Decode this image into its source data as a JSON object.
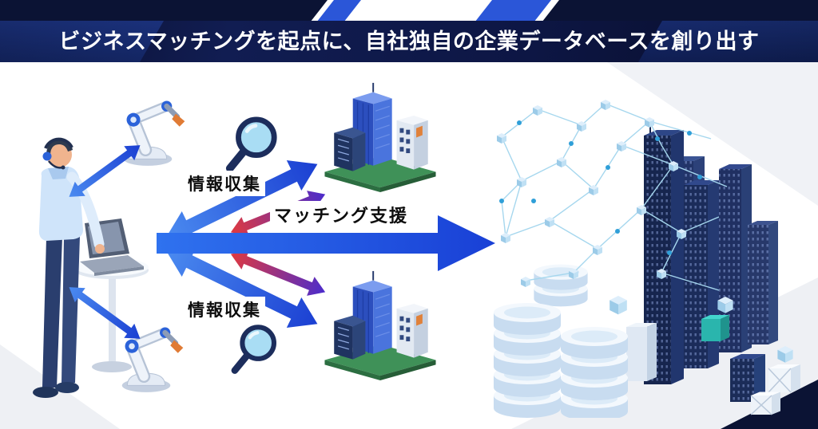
{
  "header": {
    "title": "ビジネスマッチングを起点に、自社独自の企業データベースを創り出す"
  },
  "labels": {
    "info_collection_top": "情報収集",
    "matching_support": "マッチング支援",
    "info_collection_bottom": "情報収集"
  },
  "icons": {
    "operator": "operator-at-laptop",
    "robot_arm": "robot-arm-icon",
    "magnifier": "search-magnifier-icon",
    "buildings": "office-buildings-illustration",
    "database_city": "network-database-city-illustration",
    "flow_arrow": "right-flow-arrow"
  },
  "colors": {
    "banner_navy": "#0d1640",
    "accent_blue": "#2b56d8",
    "arrow_blue": "#1e55e0",
    "arrow_red": "#d6244a",
    "arrow_purple": "#4b2ccc",
    "platform_green": "#3f9158",
    "network_blue": "#a6d7ee"
  }
}
